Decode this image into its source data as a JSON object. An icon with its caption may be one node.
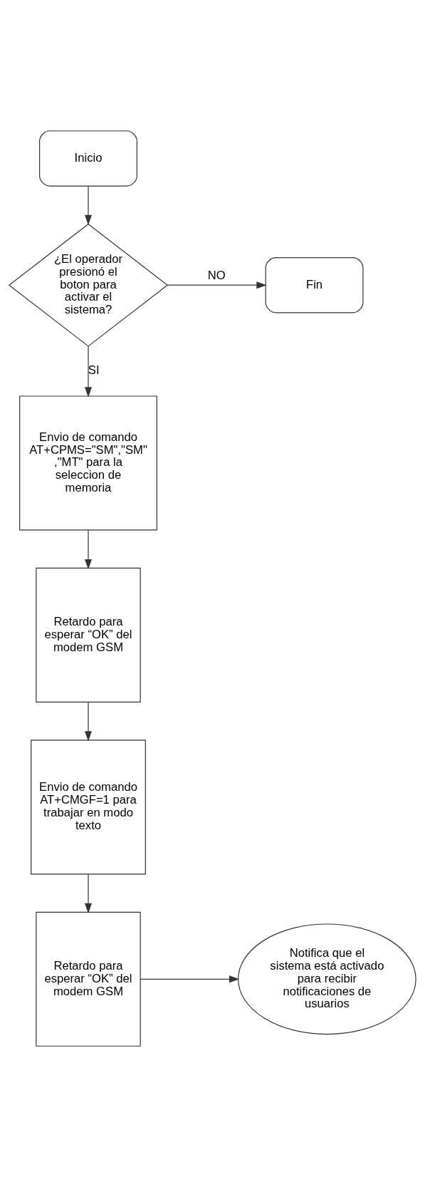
{
  "diagram": {
    "nodes": [
      {
        "text": [
          "Inicio"
        ]
      },
      {
        "text": [
          "¿El operador presionó el boton para activar el sistema?"
        ]
      },
      {
        "text": [
          "Fin"
        ]
      },
      {
        "text": [
          "Envio de comando AT+CPMS=\"SM\",\"SM\",\"MT\" para la seleccion de memoria"
        ]
      },
      {
        "text": [
          "Retardo para esperar “OK” del modem GSM"
        ]
      },
      {
        "text": [
          "Envio de comando AT+CMGF=1 para trabajar en modo texto"
        ]
      },
      {
        "text": [
          "Retardo para esperar “OK” del modem GSM"
        ]
      },
      {
        "text": [
          "Notifica que el sistema está activado para recibir notificaciones de usuarios"
        ]
      }
    ],
    "edges": [
      {
        "from": 0,
        "to": 1,
        "arrow": "to"
      },
      {
        "from": 1,
        "to": 2,
        "arrow": "to",
        "label": "NO"
      },
      {
        "from": 1,
        "to": 3,
        "arrow": "to",
        "label": "SI"
      },
      {
        "from": 3,
        "to": 4,
        "arrow": "to"
      },
      {
        "from": 4,
        "to": 5,
        "arrow": "to"
      },
      {
        "from": 5,
        "to": 6,
        "arrow": "to"
      },
      {
        "from": 6,
        "to": 7,
        "arrow": "to"
      }
    ]
  }
}
